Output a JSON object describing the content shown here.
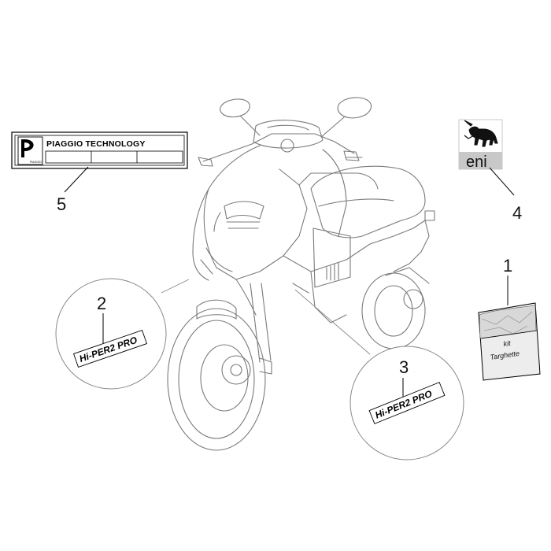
{
  "callouts": [
    {
      "id": "1",
      "label": "1"
    },
    {
      "id": "2",
      "label": "2"
    },
    {
      "id": "3",
      "label": "3"
    },
    {
      "id": "4",
      "label": "4"
    },
    {
      "id": "5",
      "label": "5"
    }
  ],
  "plaque": {
    "brand": "PIAGGIO TECHNOLOGY",
    "logo_caption": "PIAGGIO"
  },
  "decal": {
    "text": "Hi-PER2 PRO"
  },
  "eni_sticker": {
    "text": "eni"
  },
  "kit": {
    "line1": "kit",
    "line2": "Targhette"
  }
}
